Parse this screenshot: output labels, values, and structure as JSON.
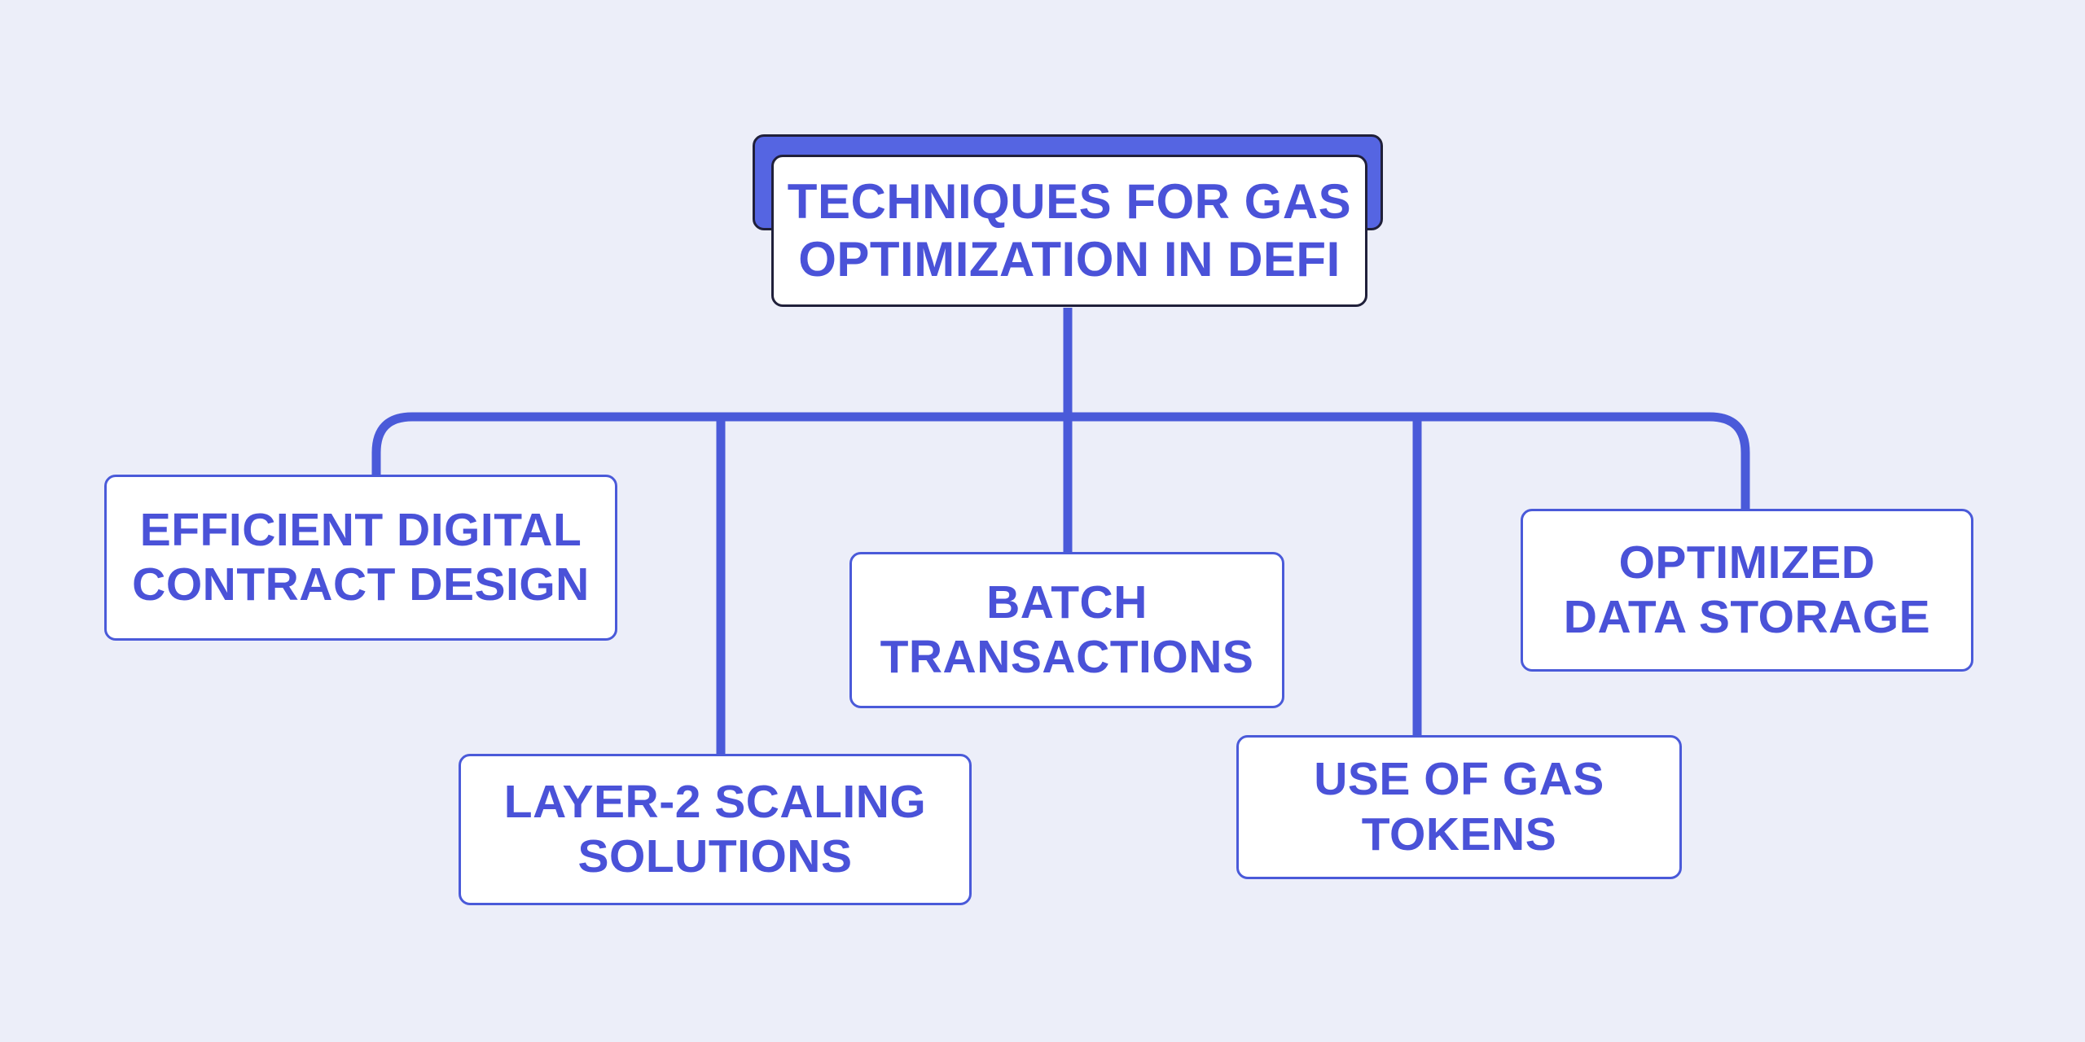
{
  "theme": {
    "background_color": "#ECEEF9",
    "accent_color": "#4A5AD9",
    "text_color": "#4A52D8",
    "root_fill_color": "#5565E2",
    "root_outline_color": "#20203A",
    "node_fill_color": "#FFFFFF"
  },
  "diagram": {
    "type": "flowchart",
    "root": {
      "id": "techniques-for-gas-optimization-in-defi",
      "label": "TECHNIQUES FOR GAS\nOPTIMIZATION IN DEFI"
    },
    "nodes": [
      {
        "id": "efficient-digital-contract-design",
        "label": "EFFICIENT DIGITAL\nCONTRACT DESIGN"
      },
      {
        "id": "layer-2-scaling-solutions",
        "label": "LAYER-2 SCALING\nSOLUTIONS"
      },
      {
        "id": "batch-transactions",
        "label": "BATCH\nTRANSACTIONS"
      },
      {
        "id": "use-of-gas-tokens",
        "label": "USE OF GAS\nTOKENS"
      },
      {
        "id": "optimized-data-storage",
        "label": "OPTIMIZED\nDATA STORAGE"
      }
    ]
  }
}
